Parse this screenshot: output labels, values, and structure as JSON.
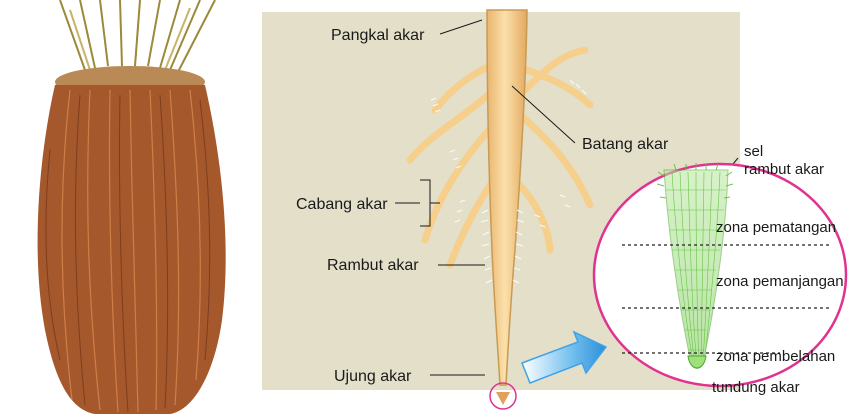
{
  "labels": {
    "pangkal_akar": "Pangkal akar",
    "batang_akar": "Batang akar",
    "cabang_akar": "Cabang akar",
    "rambut_akar": "Rambut akar",
    "ujung_akar": "Ujung akar",
    "sel_line1": "sel",
    "sel_line2": "rambut akar",
    "zona_pematangan": "zona pematangan",
    "zona_pemanjangan": "zona pemanjangan",
    "zona_pembelahan": "zona pembelahan",
    "tudung_akar": "tundung akar"
  },
  "colors": {
    "panel_bg": "#e3dfc9",
    "root_fill": "#f6cf8c",
    "root_stroke": "#c89a55",
    "fibrous_root": "#a0522d",
    "zoom_circle": "#e0338f",
    "zoom_fill": "#ffffff",
    "arrow": "#3fa3e6",
    "root_cells": "#5fbf3a"
  }
}
